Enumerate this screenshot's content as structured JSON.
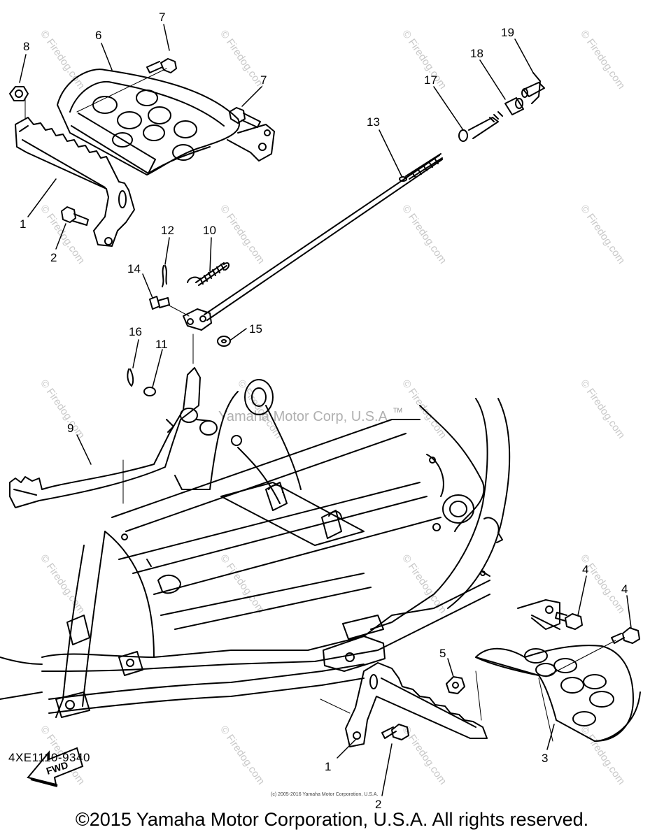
{
  "callouts": [
    {
      "id": "c8",
      "label": "8"
    },
    {
      "id": "c7a",
      "label": "7"
    },
    {
      "id": "c6",
      "label": "6"
    },
    {
      "id": "c7b",
      "label": "7"
    },
    {
      "id": "c1a",
      "label": "1"
    },
    {
      "id": "c2a",
      "label": "2"
    },
    {
      "id": "c12",
      "label": "12"
    },
    {
      "id": "c10",
      "label": "10"
    },
    {
      "id": "c14",
      "label": "14"
    },
    {
      "id": "c15",
      "label": "15"
    },
    {
      "id": "c16",
      "label": "16"
    },
    {
      "id": "c11",
      "label": "11"
    },
    {
      "id": "c9",
      "label": "9"
    },
    {
      "id": "c13",
      "label": "13"
    },
    {
      "id": "c17",
      "label": "17"
    },
    {
      "id": "c18",
      "label": "18"
    },
    {
      "id": "c19",
      "label": "19"
    },
    {
      "id": "c4a",
      "label": "4"
    },
    {
      "id": "c4b",
      "label": "4"
    },
    {
      "id": "c5",
      "label": "5"
    },
    {
      "id": "c3",
      "label": "3"
    },
    {
      "id": "c1b",
      "label": "1"
    },
    {
      "id": "c2b",
      "label": "2"
    }
  ],
  "fwd_label": "FWD",
  "diagram_code": "4XE1110-9340",
  "center_watermark": "Yamaha Motor Corp, U.S.A.",
  "tm_mark": "TM",
  "watermark_text": "© Firedog.com",
  "small_copyright": "(c) 2005-2016 Yamaha Motor Corporation, U.S.A.",
  "copyright": "©2015 Yamaha Motor Corporation, U.S.A. All rights reserved."
}
